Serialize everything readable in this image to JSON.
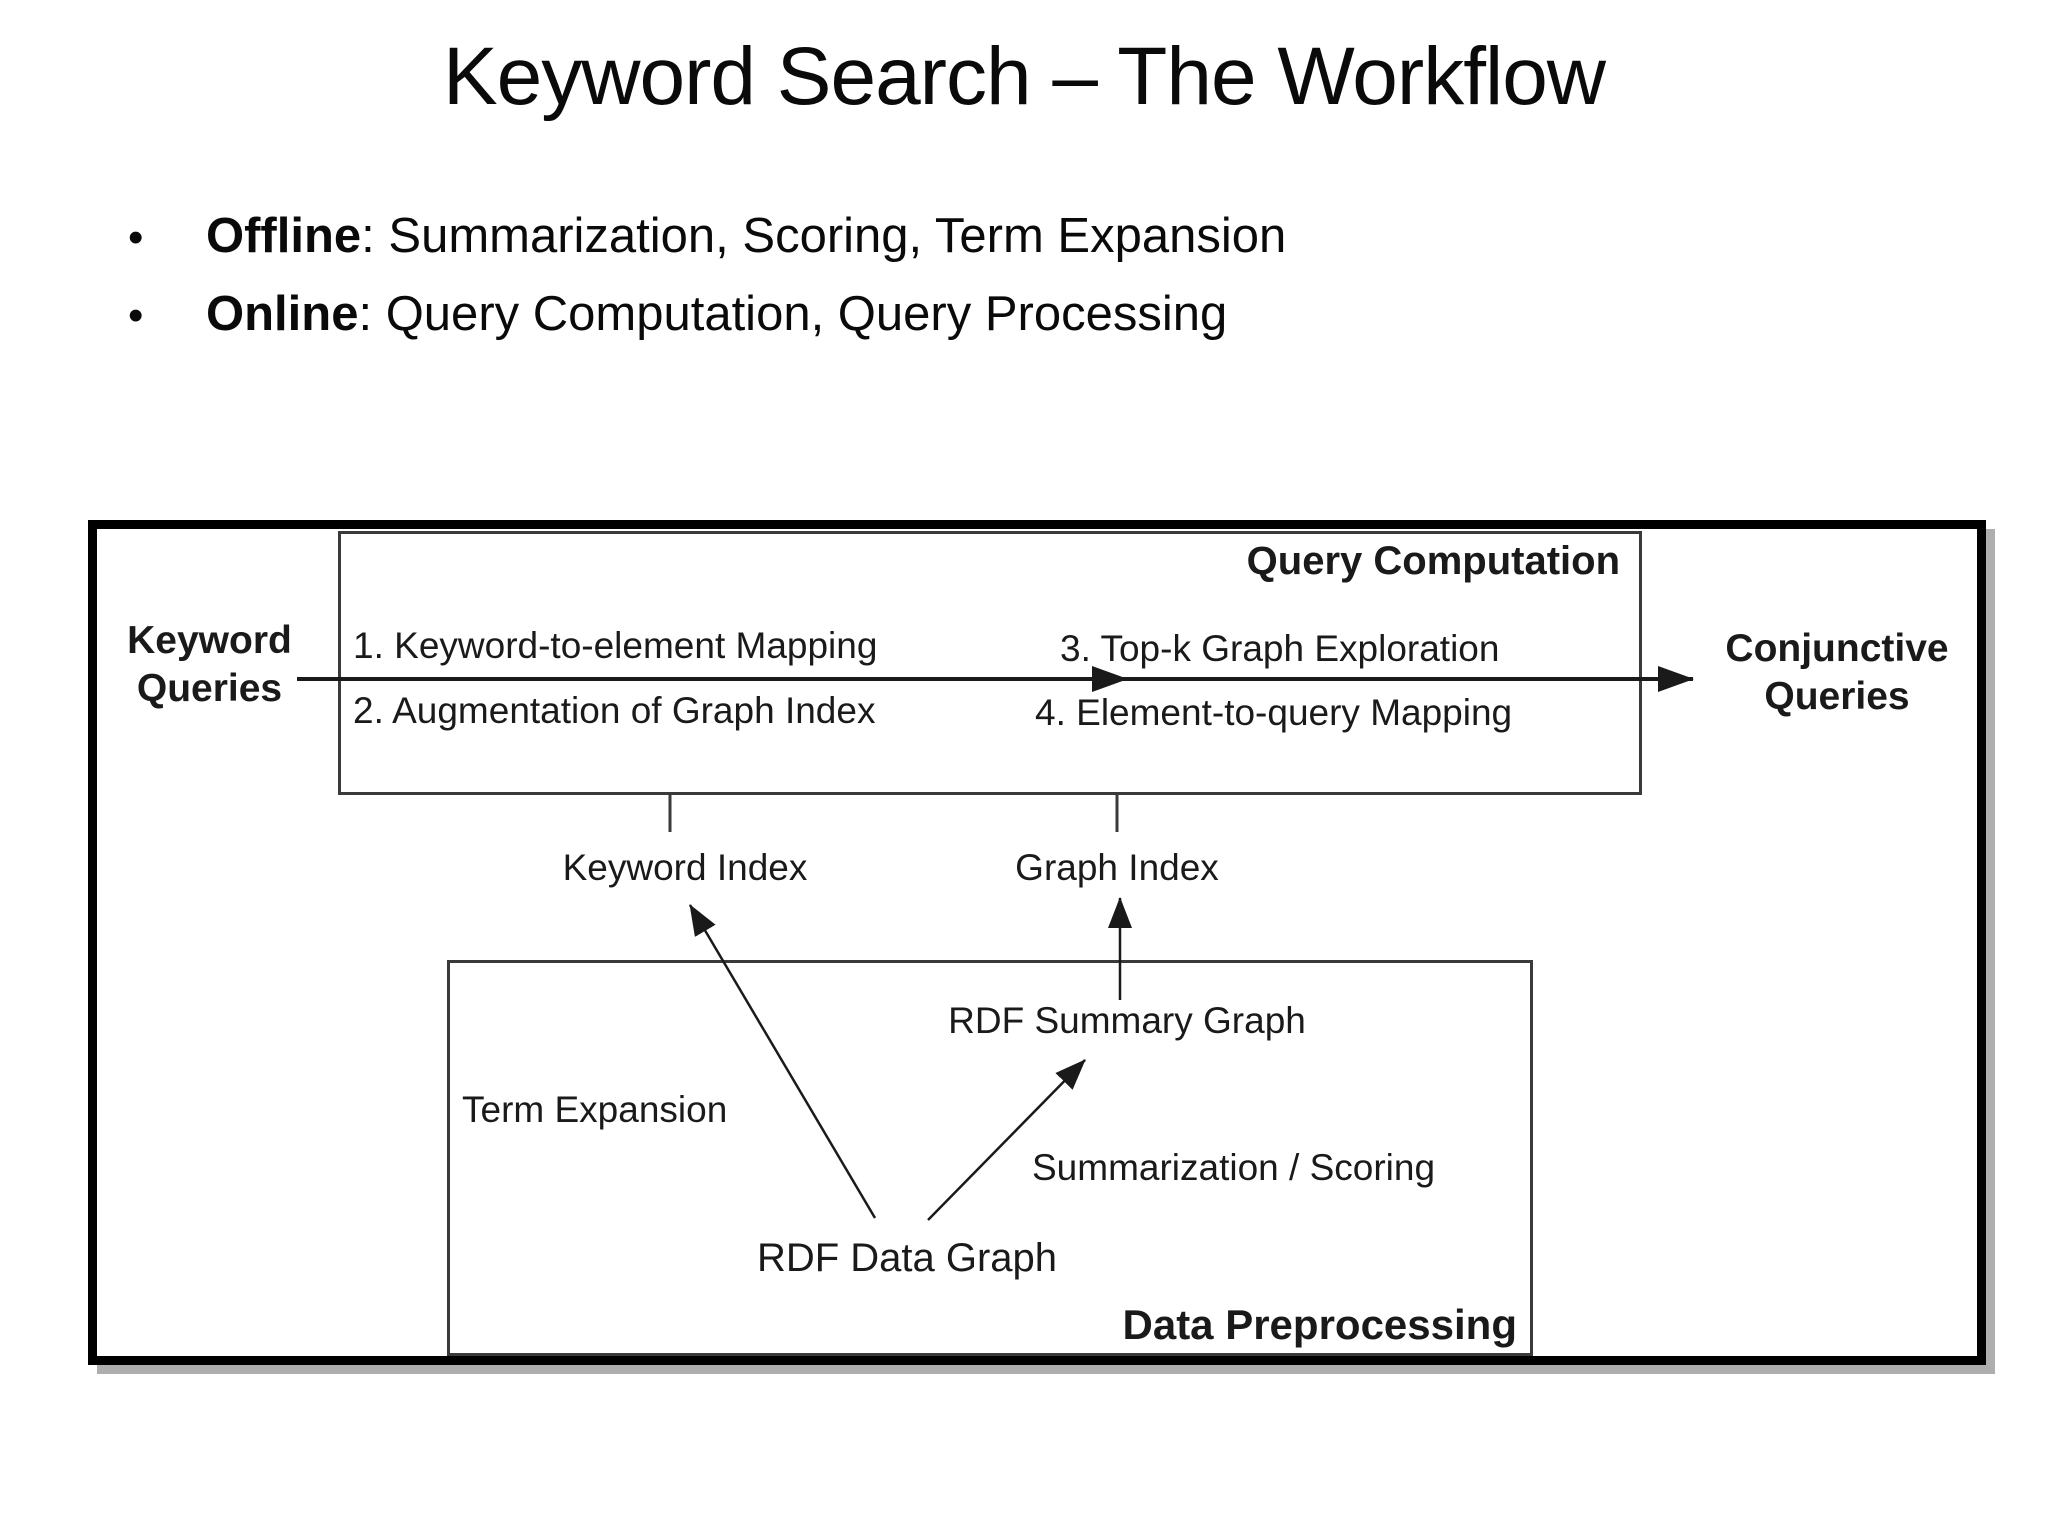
{
  "slide": {
    "title": "Keyword Search – The Workflow",
    "bullet_char": "•",
    "bullets": [
      {
        "term": "Offline",
        "rest": ": Summarization, Scoring, Term Expansion"
      },
      {
        "term": "Online",
        "rest": ": Query Computation, Query Processing"
      }
    ]
  },
  "diagram": {
    "keyword_queries": "Keyword Queries",
    "conjunctive_queries": "Conjunctive Queries",
    "query_computation": {
      "label": "Query Computation",
      "step1": "1. Keyword-to-element Mapping",
      "step2": "2. Augmentation of Graph Index",
      "step3": "3. Top-k Graph Exploration",
      "step4": "4. Element-to-query Mapping"
    },
    "keyword_index": "Keyword Index",
    "graph_index": "Graph Index",
    "data_preprocessing": {
      "label": "Data Preprocessing",
      "rdf_summary_graph": "RDF Summary Graph",
      "rdf_data_graph": "RDF Data Graph",
      "term_expansion": "Term Expansion",
      "summarization_scoring": "Summarization / Scoring"
    },
    "colors": {
      "line": "#1a1a1a",
      "outer_border": "#000000",
      "inner_border": "#3a3a3a",
      "shadow": "#aeaeae",
      "background": "#ffffff"
    }
  }
}
